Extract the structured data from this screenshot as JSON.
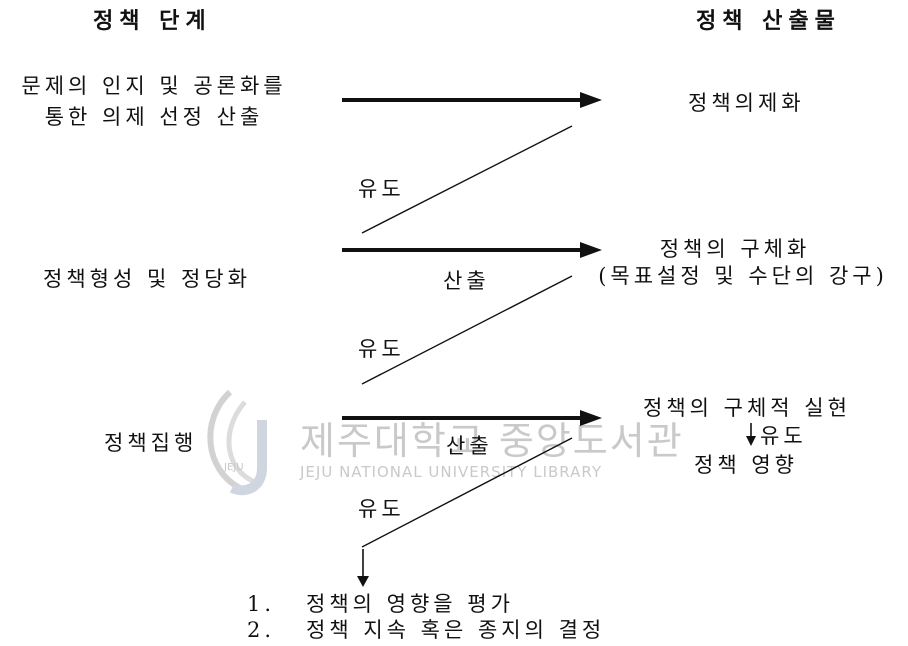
{
  "headers": {
    "stages": "정책 단계",
    "outputs": "정책 산출물"
  },
  "stages": {
    "stage1_line1": "문제의 인지 및 공론화를",
    "stage1_line2": "통한 의제 선정 산출",
    "stage2": "정책형성 및 정당화",
    "stage3": "정책집행"
  },
  "outputs": {
    "output1": "정책의제화",
    "output2_line1": "정책의 구체화",
    "output2_line2": "(목표설정 및 수단의 강구)",
    "output3_line1": "정책의 구체적 실현",
    "output3_arrow_label": "유도",
    "output3_line2": "정책 영향"
  },
  "connectors": {
    "induce_1": "유도",
    "produce_2": "산출",
    "induce_2": "유도",
    "produce_3": "산출",
    "induce_3": "유도"
  },
  "evaluation": {
    "item1_num": "1.",
    "item1_text": "정책의 영향을 평가",
    "item2_num": "2.",
    "item2_text": "정책 지속 혹은 종지의 결정"
  },
  "watermark": {
    "title": "제주대학교 중앙도서관",
    "subtitle": "JEJU NATIONAL UNIVERSITY LIBRARY",
    "logo_text": "JEJU"
  },
  "colors": {
    "ink": "#111111",
    "watermark": "#c9c9c9"
  }
}
